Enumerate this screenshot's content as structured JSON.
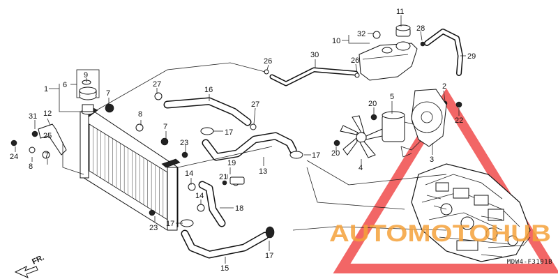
{
  "diagram": {
    "part_numbers": [
      {
        "id": "1",
        "label": "1"
      },
      {
        "id": "2",
        "label": "2"
      },
      {
        "id": "3",
        "label": "3"
      },
      {
        "id": "4",
        "label": "4"
      },
      {
        "id": "5",
        "label": "5"
      },
      {
        "id": "6",
        "label": "6"
      },
      {
        "id": "7a",
        "label": "7"
      },
      {
        "id": "7b",
        "label": "7"
      },
      {
        "id": "7c",
        "label": "7"
      },
      {
        "id": "8a",
        "label": "8"
      },
      {
        "id": "8b",
        "label": "8"
      },
      {
        "id": "9",
        "label": "9"
      },
      {
        "id": "10",
        "label": "10"
      },
      {
        "id": "11",
        "label": "11"
      },
      {
        "id": "12",
        "label": "12"
      },
      {
        "id": "13",
        "label": "13"
      },
      {
        "id": "14a",
        "label": "14"
      },
      {
        "id": "14b",
        "label": "14"
      },
      {
        "id": "15",
        "label": "15"
      },
      {
        "id": "16",
        "label": "16"
      },
      {
        "id": "17a",
        "label": "17"
      },
      {
        "id": "17b",
        "label": "17"
      },
      {
        "id": "17c",
        "label": "17"
      },
      {
        "id": "17d",
        "label": "17"
      },
      {
        "id": "18",
        "label": "18"
      },
      {
        "id": "19",
        "label": "19"
      },
      {
        "id": "20a",
        "label": "20"
      },
      {
        "id": "20b",
        "label": "20"
      },
      {
        "id": "21",
        "label": "21"
      },
      {
        "id": "22",
        "label": "22"
      },
      {
        "id": "23a",
        "label": "23"
      },
      {
        "id": "23b",
        "label": "23"
      },
      {
        "id": "24",
        "label": "24"
      },
      {
        "id": "25",
        "label": "25"
      },
      {
        "id": "26a",
        "label": "26"
      },
      {
        "id": "26b",
        "label": "26"
      },
      {
        "id": "27a",
        "label": "27"
      },
      {
        "id": "27b",
        "label": "27"
      },
      {
        "id": "28",
        "label": "28"
      },
      {
        "id": "29",
        "label": "29"
      },
      {
        "id": "30",
        "label": "30"
      },
      {
        "id": "31",
        "label": "31"
      },
      {
        "id": "32",
        "label": "32"
      }
    ],
    "front_arrow_label": "FR.",
    "document_code": "MDW4-F3101B"
  },
  "watermark": {
    "word": "AUTOMOTOHUB",
    "color_red": "#ee3333",
    "color_orange": "#f4a13a"
  },
  "colors": {
    "line": "#111111",
    "background": "#ffffff"
  }
}
